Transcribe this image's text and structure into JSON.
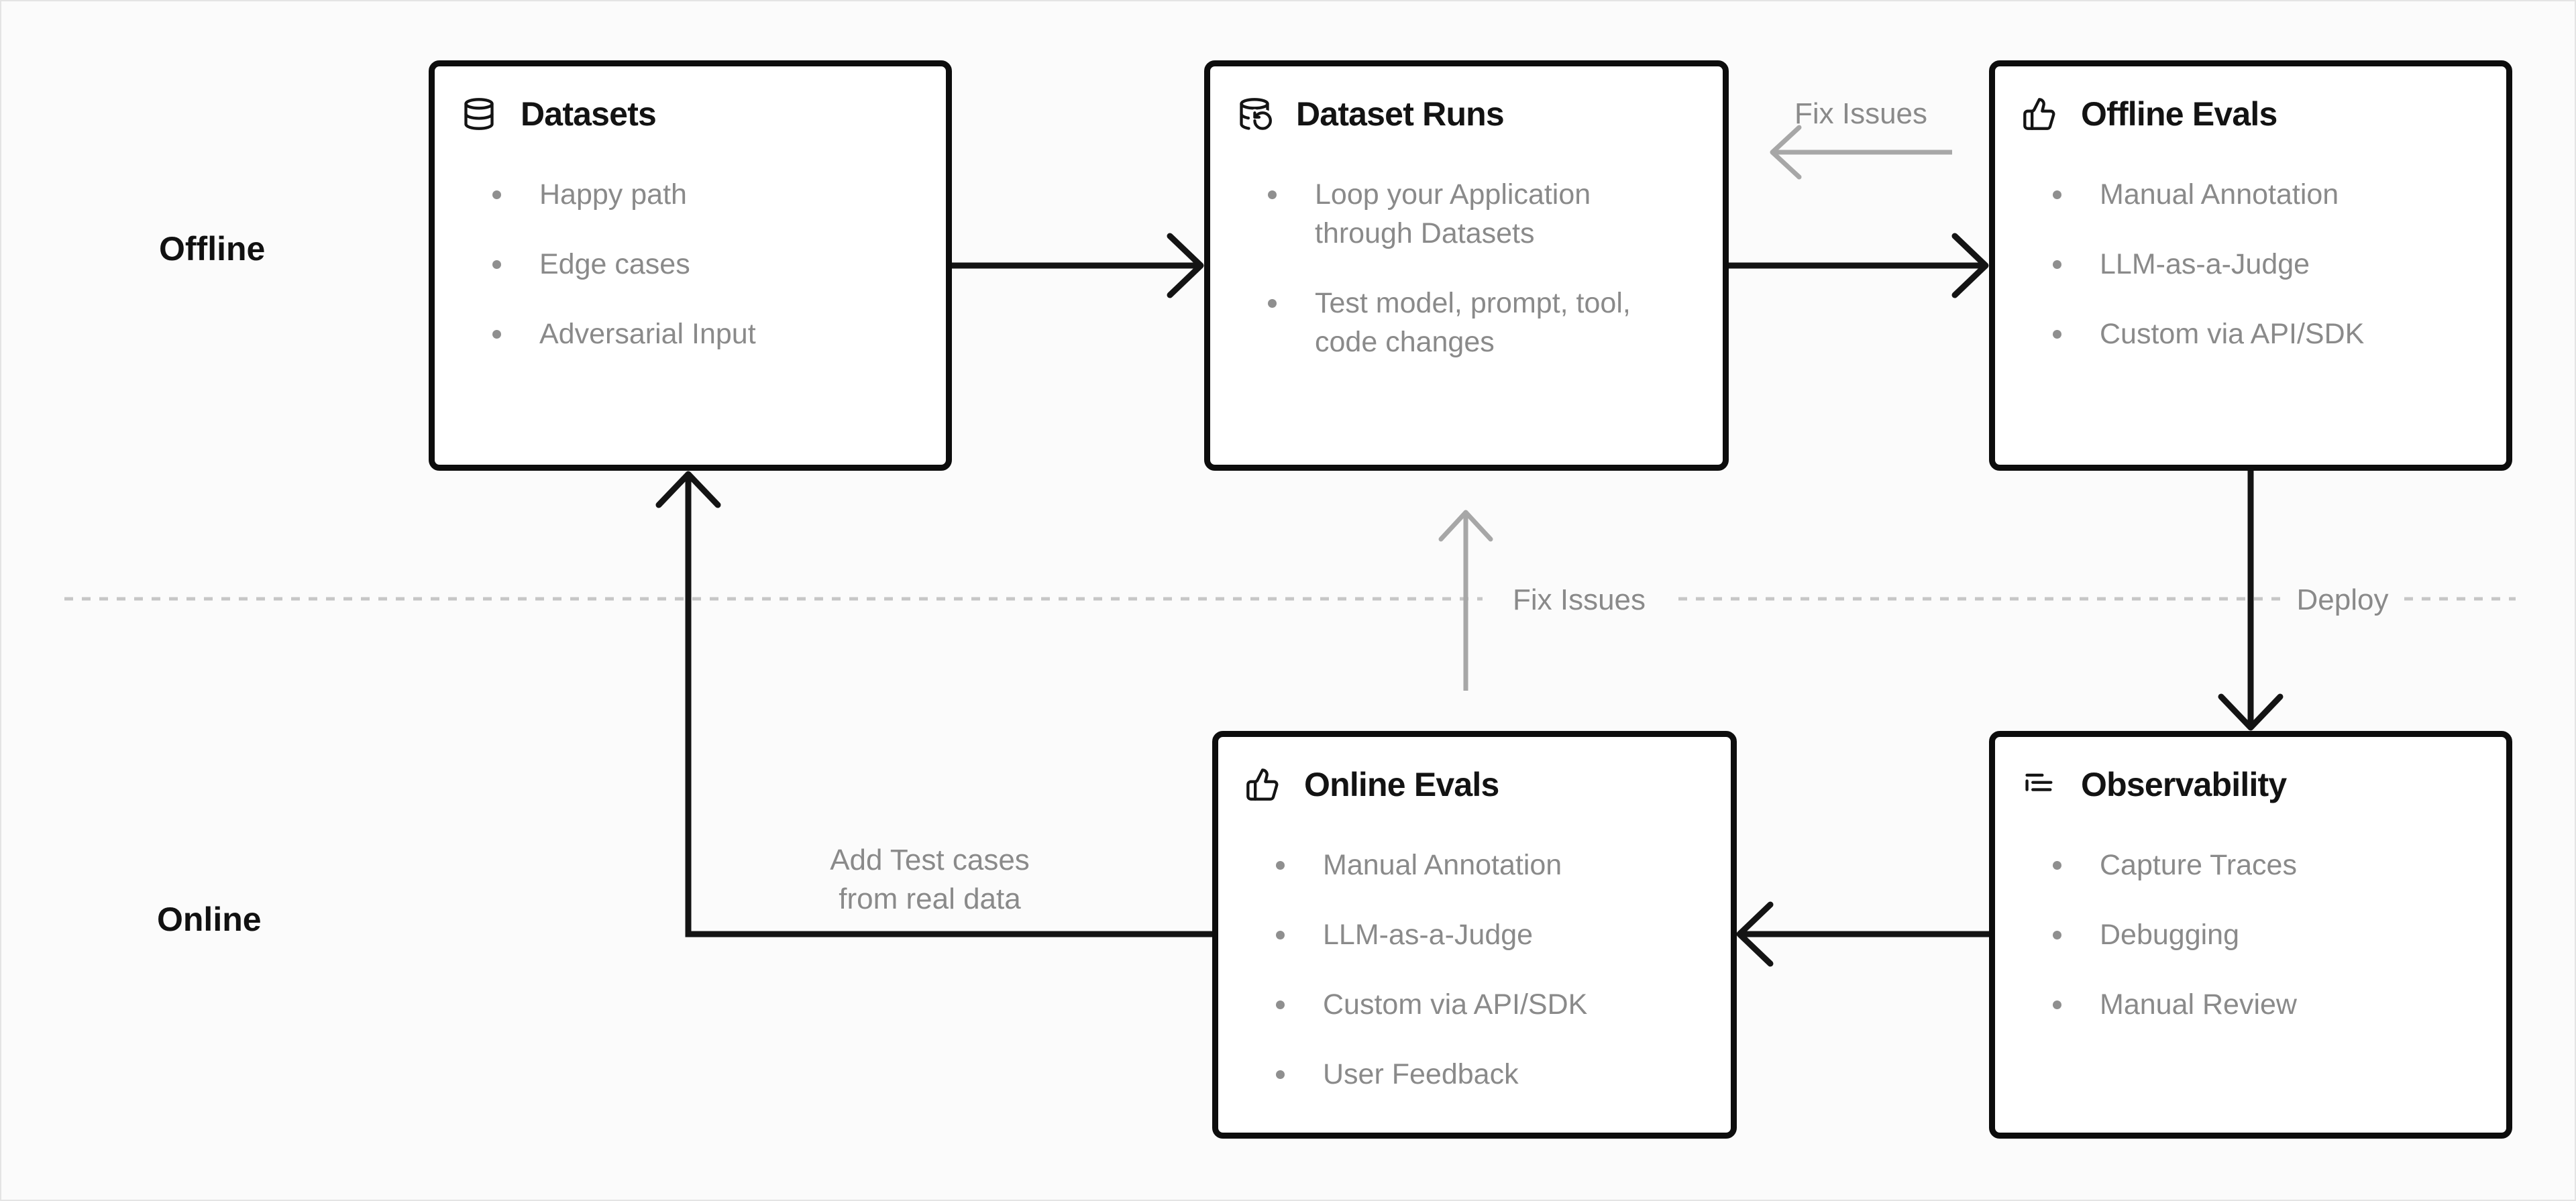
{
  "rows": {
    "offline": "Offline",
    "online": "Online"
  },
  "boxes": {
    "datasets": {
      "icon": "database-icon",
      "title": "Datasets",
      "items": [
        "Happy path",
        "Edge cases",
        "Adversarial Input"
      ]
    },
    "dataset_runs": {
      "icon": "database-run-icon",
      "title": "Dataset Runs",
      "items": [
        "Loop your Application through Datasets",
        "Test model, prompt, tool, code changes"
      ]
    },
    "offline_evals": {
      "icon": "thumbs-up-icon",
      "title": "Offline Evals",
      "items": [
        "Manual Annotation",
        "LLM-as-a-Judge",
        "Custom via API/SDK"
      ]
    },
    "online_evals": {
      "icon": "thumbs-up-icon",
      "title": "Online Evals",
      "items": [
        "Manual Annotation",
        "LLM-as-a-Judge",
        "Custom via API/SDK",
        "User Feedback"
      ]
    },
    "observability": {
      "icon": "logs-icon",
      "title": "Observability",
      "items": [
        "Capture Traces",
        "Debugging",
        "Manual Review"
      ]
    }
  },
  "edge_labels": {
    "fix_issues_offline": "Fix Issues",
    "fix_issues_online": "Fix Issues",
    "deploy": "Deploy",
    "add_test_cases": [
      "Add Test cases",
      "from real data"
    ]
  },
  "colors": {
    "box_border": "#0d0d0d",
    "title_text": "#131313",
    "bullet_text": "#8a8a8a",
    "edge_label_text": "#8a8a8a",
    "arrow_black": "#141414",
    "arrow_gray": "#a7a7a7",
    "dashed_divider": "#c6c6c6",
    "canvas_bg": "#fbfbfb",
    "box_bg": "#ffffff"
  }
}
